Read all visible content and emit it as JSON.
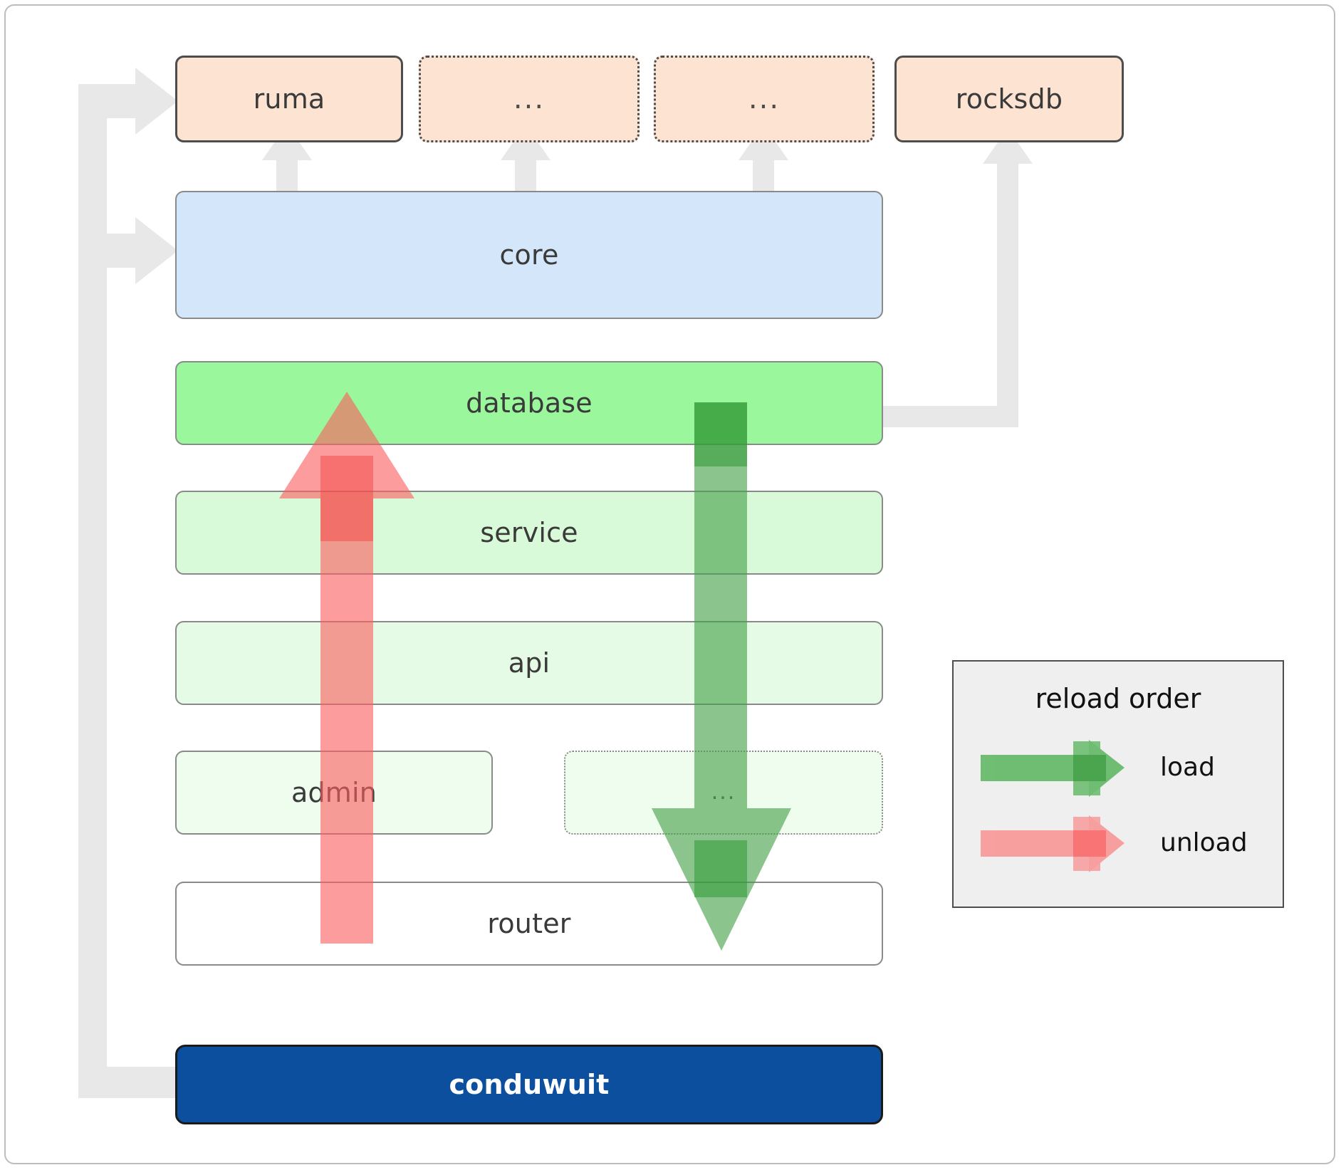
{
  "diagram": {
    "title": "conduwuit module layering / reload order",
    "colors": {
      "top_module_fill": "#fde3d2",
      "core_fill": "#d4e6fa",
      "database_fill": "#9bf79b",
      "service_fill": "#d9fad9",
      "api_fill": "#e5fbe5",
      "admin_fill": "#effdef",
      "router_fill": "#ffffff",
      "conduwuit_fill": "#0b4f9e",
      "load_arrow": "#4caf50",
      "unload_arrow": "#fa8989",
      "connector_arrow": "#e8e8e8",
      "legend_fill": "#efefef",
      "frame_border": "#bdbdbd"
    },
    "top_row": [
      {
        "label": "ruma",
        "style": "solid"
      },
      {
        "label": "...",
        "style": "dotted"
      },
      {
        "label": "...",
        "style": "dotted"
      },
      {
        "label": "rocksdb",
        "style": "solid"
      }
    ],
    "layers": [
      {
        "label": "core"
      },
      {
        "label": "database"
      },
      {
        "label": "service"
      },
      {
        "label": "api"
      }
    ],
    "bottom_row": [
      {
        "label": "admin",
        "style": "solid"
      },
      {
        "label": "...",
        "style": "dotted"
      }
    ],
    "router": {
      "label": "router"
    },
    "binary": {
      "label": "conduwuit"
    }
  },
  "legend": {
    "title": "reload order",
    "entries": [
      {
        "label": "load",
        "color": "#4caf50"
      },
      {
        "label": "unload",
        "color": "#fa8989"
      }
    ]
  }
}
